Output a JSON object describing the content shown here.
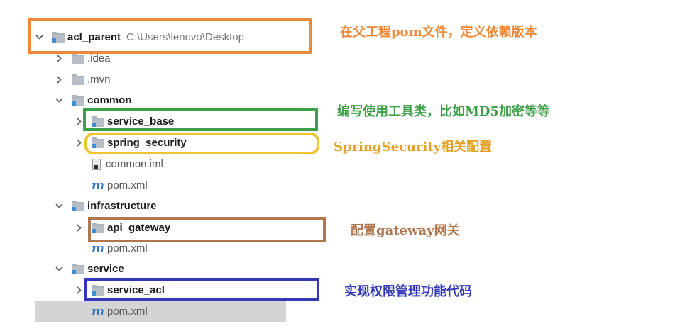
{
  "tree": {
    "root": {
      "label": "acl_parent",
      "path": "C:\\Users\\lenovo\\Desktop"
    },
    "idea": {
      "label": ".idea"
    },
    "mvn": {
      "label": ".mvn"
    },
    "common": {
      "label": "common"
    },
    "service_base": {
      "label": "service_base"
    },
    "spring_security": {
      "label": "spring_security"
    },
    "common_iml": {
      "label": "common.iml"
    },
    "common_pom": {
      "label": "pom.xml"
    },
    "infrastructure": {
      "label": "infrastructure"
    },
    "api_gateway": {
      "label": "api_gateway"
    },
    "infra_pom": {
      "label": "pom.xml"
    },
    "service": {
      "label": "service"
    },
    "service_acl": {
      "label": "service_acl"
    },
    "service_pom": {
      "label": "pom.xml"
    }
  },
  "annotations": {
    "parent_pom": {
      "text": "在父工程pom文件，定义依赖版本",
      "color": "#ed8a3a"
    },
    "service_base": {
      "text": "编写使用工具类，比如MD5加密等等",
      "color": "#3fa04a"
    },
    "spring_security": {
      "text": "SpringSecurity相关配置",
      "color": "#e5a128"
    },
    "api_gateway": {
      "text": "配置gateway网关",
      "color": "#b0774f"
    },
    "service_acl": {
      "text": "实现权限管理功能代码",
      "color": "#3238b8"
    }
  },
  "icons": {
    "expanded": "chevron-down-icon",
    "collapsed": "chevron-right-icon",
    "folder": "folder-icon",
    "module": "module-folder-icon",
    "maven": "maven-icon",
    "iml": "iml-file-icon"
  }
}
